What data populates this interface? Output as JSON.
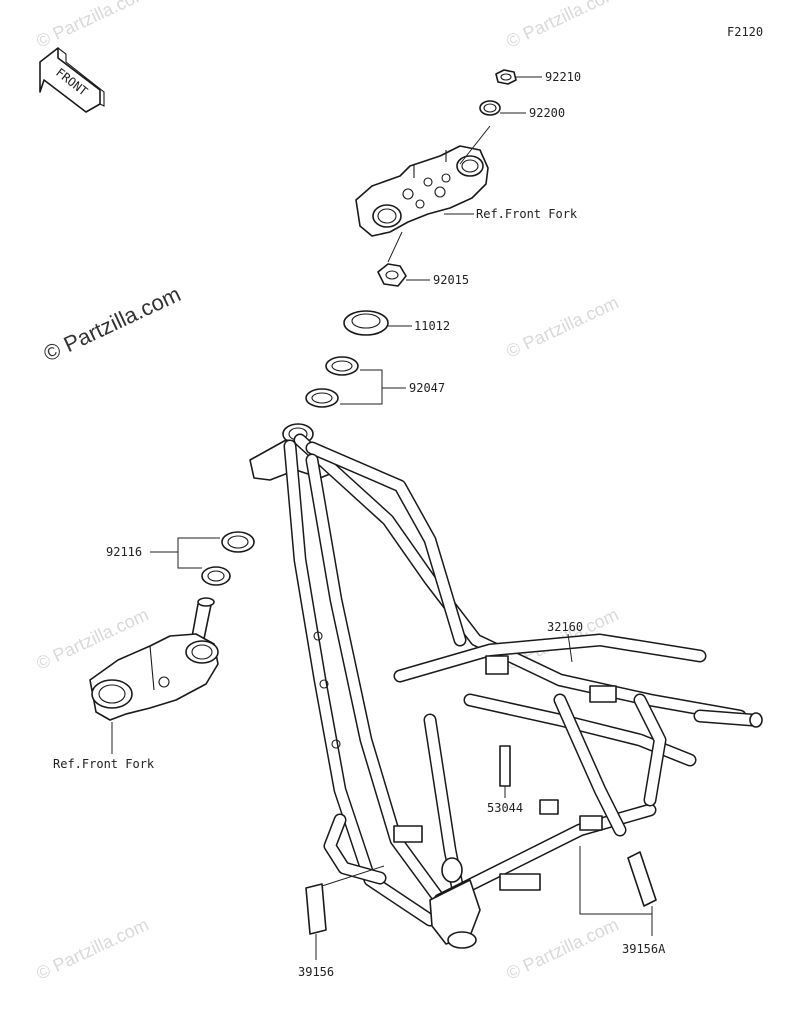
{
  "diagram_code": "F2120",
  "front_arrow_label": "FRONT",
  "watermark": "© Partzilla.com",
  "callouts": {
    "nut": "92210",
    "washer": "92200",
    "upper_bracket_ref": "Ref.Front Fork",
    "stem_nut": "92015",
    "dust_seal": "11012",
    "upper_bearing": "92047",
    "lower_bearing": "92116",
    "lower_bracket_ref": "Ref.Front Fork",
    "frame": "32160",
    "damper": "53044",
    "left_pad": "39156",
    "right_pad": "39156A"
  }
}
